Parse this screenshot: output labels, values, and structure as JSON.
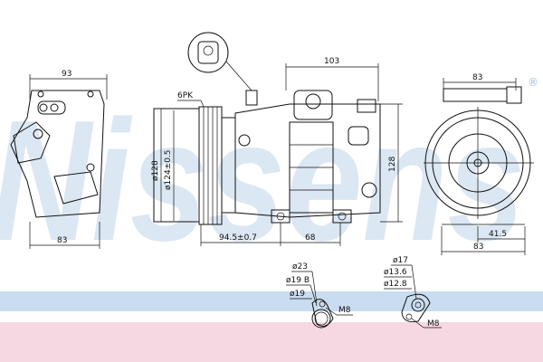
{
  "watermark": {
    "brand": "Nissens",
    "registered": "®"
  },
  "colors": {
    "watermark": "#cfe0f0",
    "band_blue": "#c9dcf0",
    "band_pink": "#f6d8e2",
    "line": "#111111"
  },
  "front_view_left": {
    "width_top": "93",
    "width_bottom": "83"
  },
  "side_view": {
    "belt": "6PK",
    "pulley_outer_diameter": "ø128",
    "pulley_inner_diameter": "ø124±0.5",
    "top_length": "103",
    "height": "128",
    "mount_offset": "94.5±0.7",
    "mount_spacing": "68"
  },
  "rear_view": {
    "width_top": "83",
    "width_bottom": "83",
    "half_width": "41.5"
  },
  "fitting_left": {
    "labels": [
      "ø23",
      "ø19 B",
      "ø19"
    ],
    "thread": "M8"
  },
  "fitting_right": {
    "labels": [
      "ø17",
      "ø13.6",
      "ø12.8"
    ],
    "thread": "M8"
  }
}
